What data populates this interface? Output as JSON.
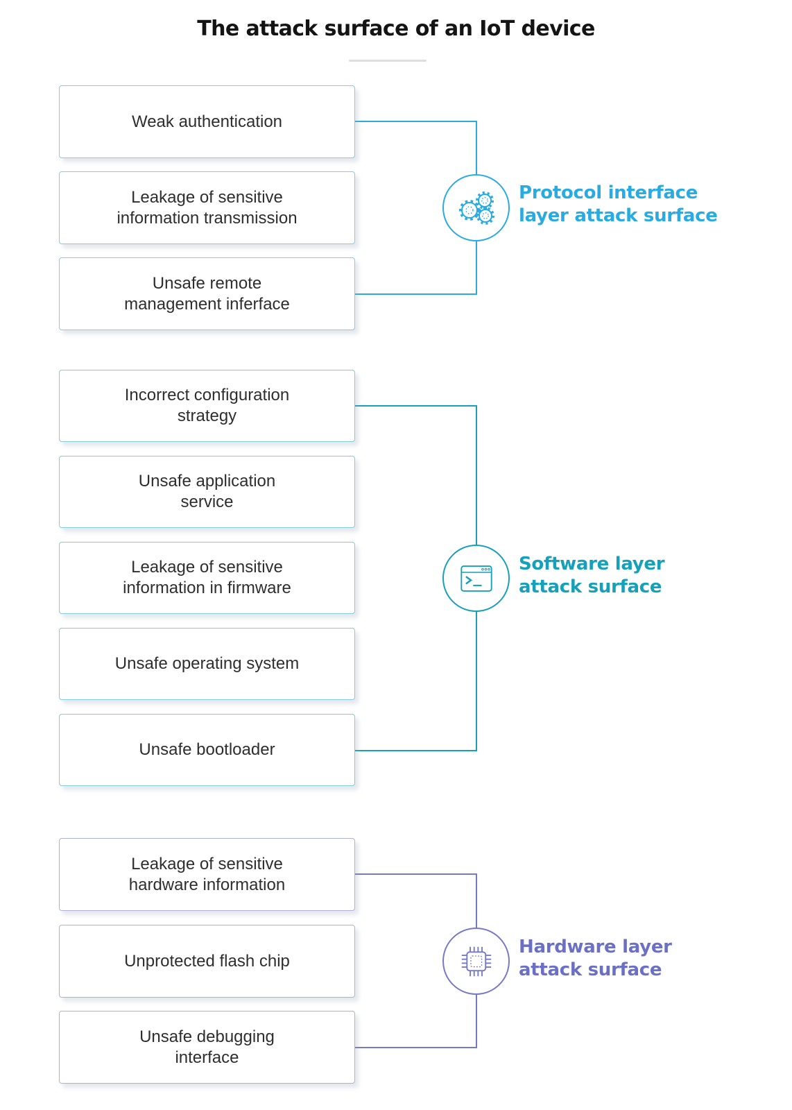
{
  "title": "The attack surface of an IoT device",
  "colors": {
    "protocol_accent": "#29abe2",
    "protocol_box_border": "#7dcdf2",
    "software_accent": "#17a0b9",
    "software_box_border": "#82cbda",
    "hardware_accent": "#757ac8",
    "hardware_label": "#6b70c4",
    "hardware_box_border": "#aeb0dc",
    "box_text": "#2e2e2e",
    "title_text": "#141414"
  },
  "groups": [
    {
      "name": "protocol-interface-layer",
      "label": "Protocol interface\nlayer attack surface",
      "icon": "gears-icon",
      "boxes": [
        {
          "label": "Weak authentication"
        },
        {
          "label": "Leakage of sensitive\ninformation transmission"
        },
        {
          "label": "Unsafe remote\nmanagement inferface"
        }
      ]
    },
    {
      "name": "software-layer",
      "label": "Software layer\nattack surface",
      "icon": "terminal-icon",
      "boxes": [
        {
          "label": "Incorrect configuration\nstrategy"
        },
        {
          "label": "Unsafe application\nservice"
        },
        {
          "label": "Leakage of sensitive\ninformation in firmware"
        },
        {
          "label": "Unsafe operating system"
        },
        {
          "label": "Unsafe bootloader"
        }
      ]
    },
    {
      "name": "hardware-layer",
      "label": "Hardware layer\nattack surface",
      "icon": "chip-icon",
      "boxes": [
        {
          "label": "Leakage of sensitive\nhardware information"
        },
        {
          "label": "Unprotected flash chip"
        },
        {
          "label": "Unsafe debugging\ninterface"
        }
      ]
    }
  ]
}
